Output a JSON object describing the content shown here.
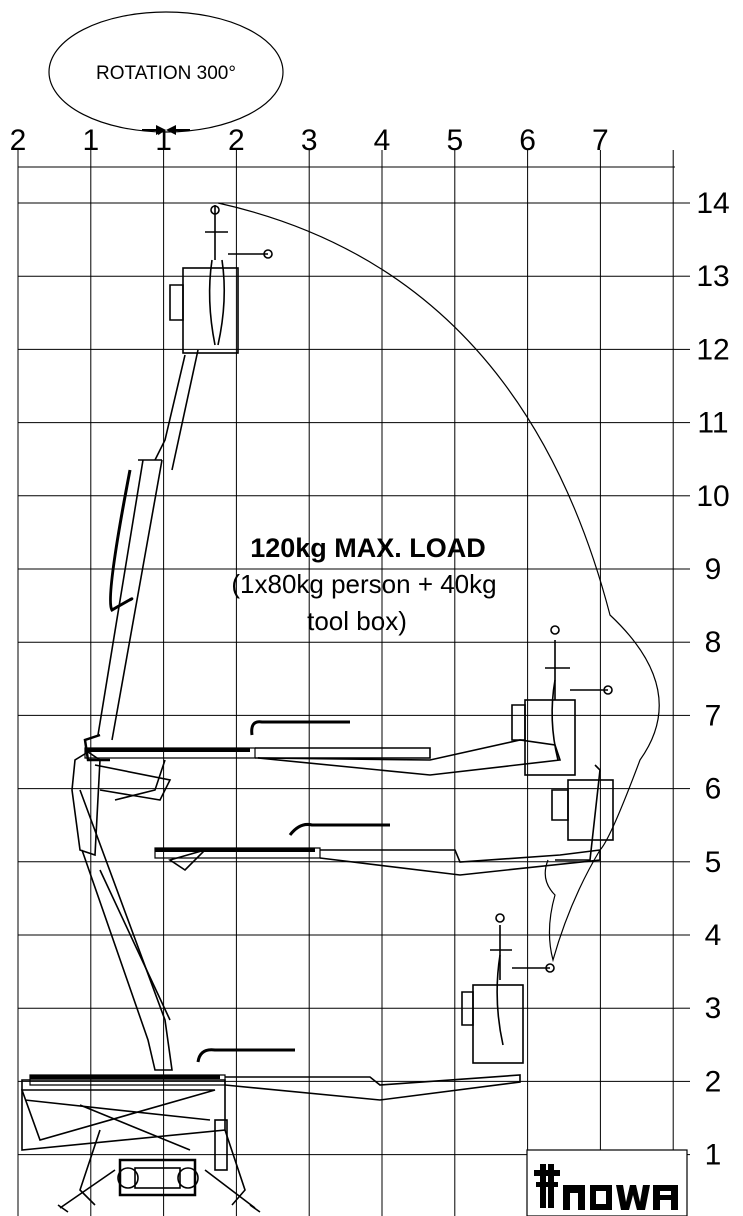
{
  "rotation": {
    "label": "ROTATION 300°"
  },
  "x_axis": {
    "labels": [
      "2",
      "1",
      "1",
      "2",
      "3",
      "4",
      "5",
      "6",
      "7"
    ]
  },
  "y_axis": {
    "labels": [
      "14",
      "13",
      "12",
      "11",
      "10",
      "9",
      "8",
      "7",
      "6",
      "5",
      "4",
      "3",
      "2",
      "1"
    ]
  },
  "load": {
    "title": "120kg MAX. LOAD",
    "line2": "(1x80kg person + 40kg",
    "line3": "tool box)"
  },
  "brand": {
    "name": "Hinowa"
  },
  "colors": {
    "ink": "#000000",
    "background": "#ffffff"
  }
}
